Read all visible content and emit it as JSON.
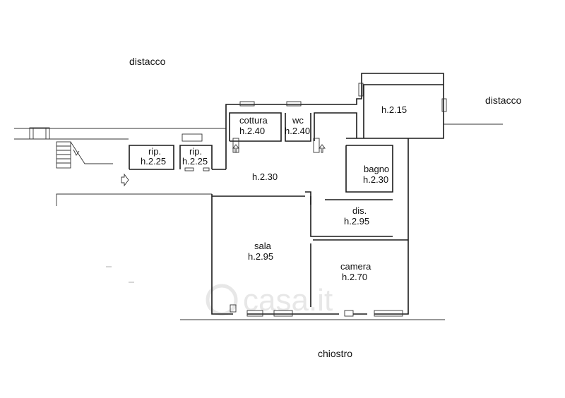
{
  "exterior": {
    "top_left": "distacco",
    "right": "distacco",
    "bottom": "chiostro"
  },
  "rooms": [
    {
      "key": "cottura",
      "name": "cottura",
      "height": "h.2.40"
    },
    {
      "key": "wc",
      "name": "wc",
      "height": "h.2.40"
    },
    {
      "key": "storage-1",
      "name": "rip.",
      "height": "h.2.25"
    },
    {
      "key": "storage-2",
      "name": "rip.",
      "height": "h.2.25"
    },
    {
      "key": "upper-room",
      "name": "",
      "height": "h.2.15"
    },
    {
      "key": "corridor",
      "name": "",
      "height": "h.2.30"
    },
    {
      "key": "bagno",
      "name": "bagno",
      "height": "h.2.30"
    },
    {
      "key": "dis",
      "name": "dis.",
      "height": "h.2.95"
    },
    {
      "key": "sala",
      "name": "sala",
      "height": "h.2.95"
    },
    {
      "key": "camera",
      "name": "camera",
      "height": "h.2.70"
    }
  ],
  "watermark": "casa.it"
}
